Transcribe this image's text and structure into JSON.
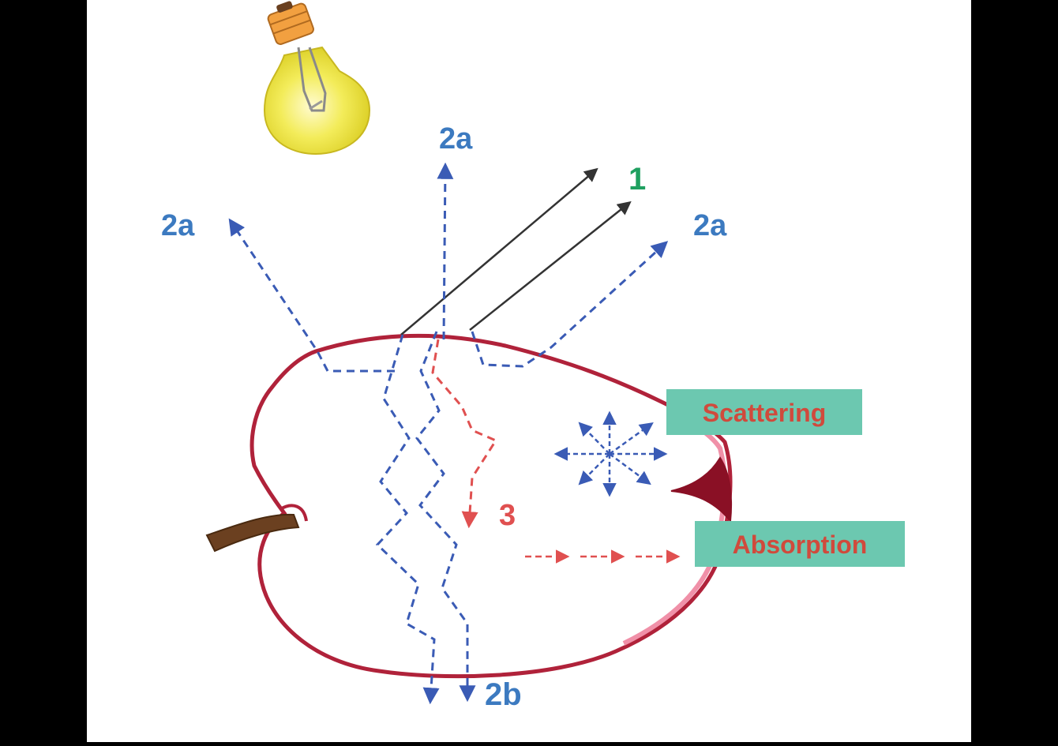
{
  "labels": {
    "reflect_top": "2a",
    "reflect_left": "2a",
    "reflect_right": "2a",
    "specular": "1",
    "absorbed_path": "3",
    "transmitted": "2b"
  },
  "legend": {
    "scattering": "Scattering",
    "absorption": "Absorption"
  },
  "colors": {
    "diffuse_blue": "#3a5bb5",
    "label_blue": "#3c7ac0",
    "specular_green": "#1fa060",
    "absorb_red": "#e05050",
    "skin": "#b0223a",
    "skin_inner": "#f090a8",
    "box_fill": "#6cc8b0",
    "box_text": "#d04a3c",
    "stem": "#6b4020",
    "bulb_glass": "#f0e840",
    "bulb_cap": "#f2a040"
  },
  "icons": {
    "bulb": "light-bulb-icon",
    "apple": "apple-cross-section",
    "scatter": "scatter-star-icon"
  }
}
